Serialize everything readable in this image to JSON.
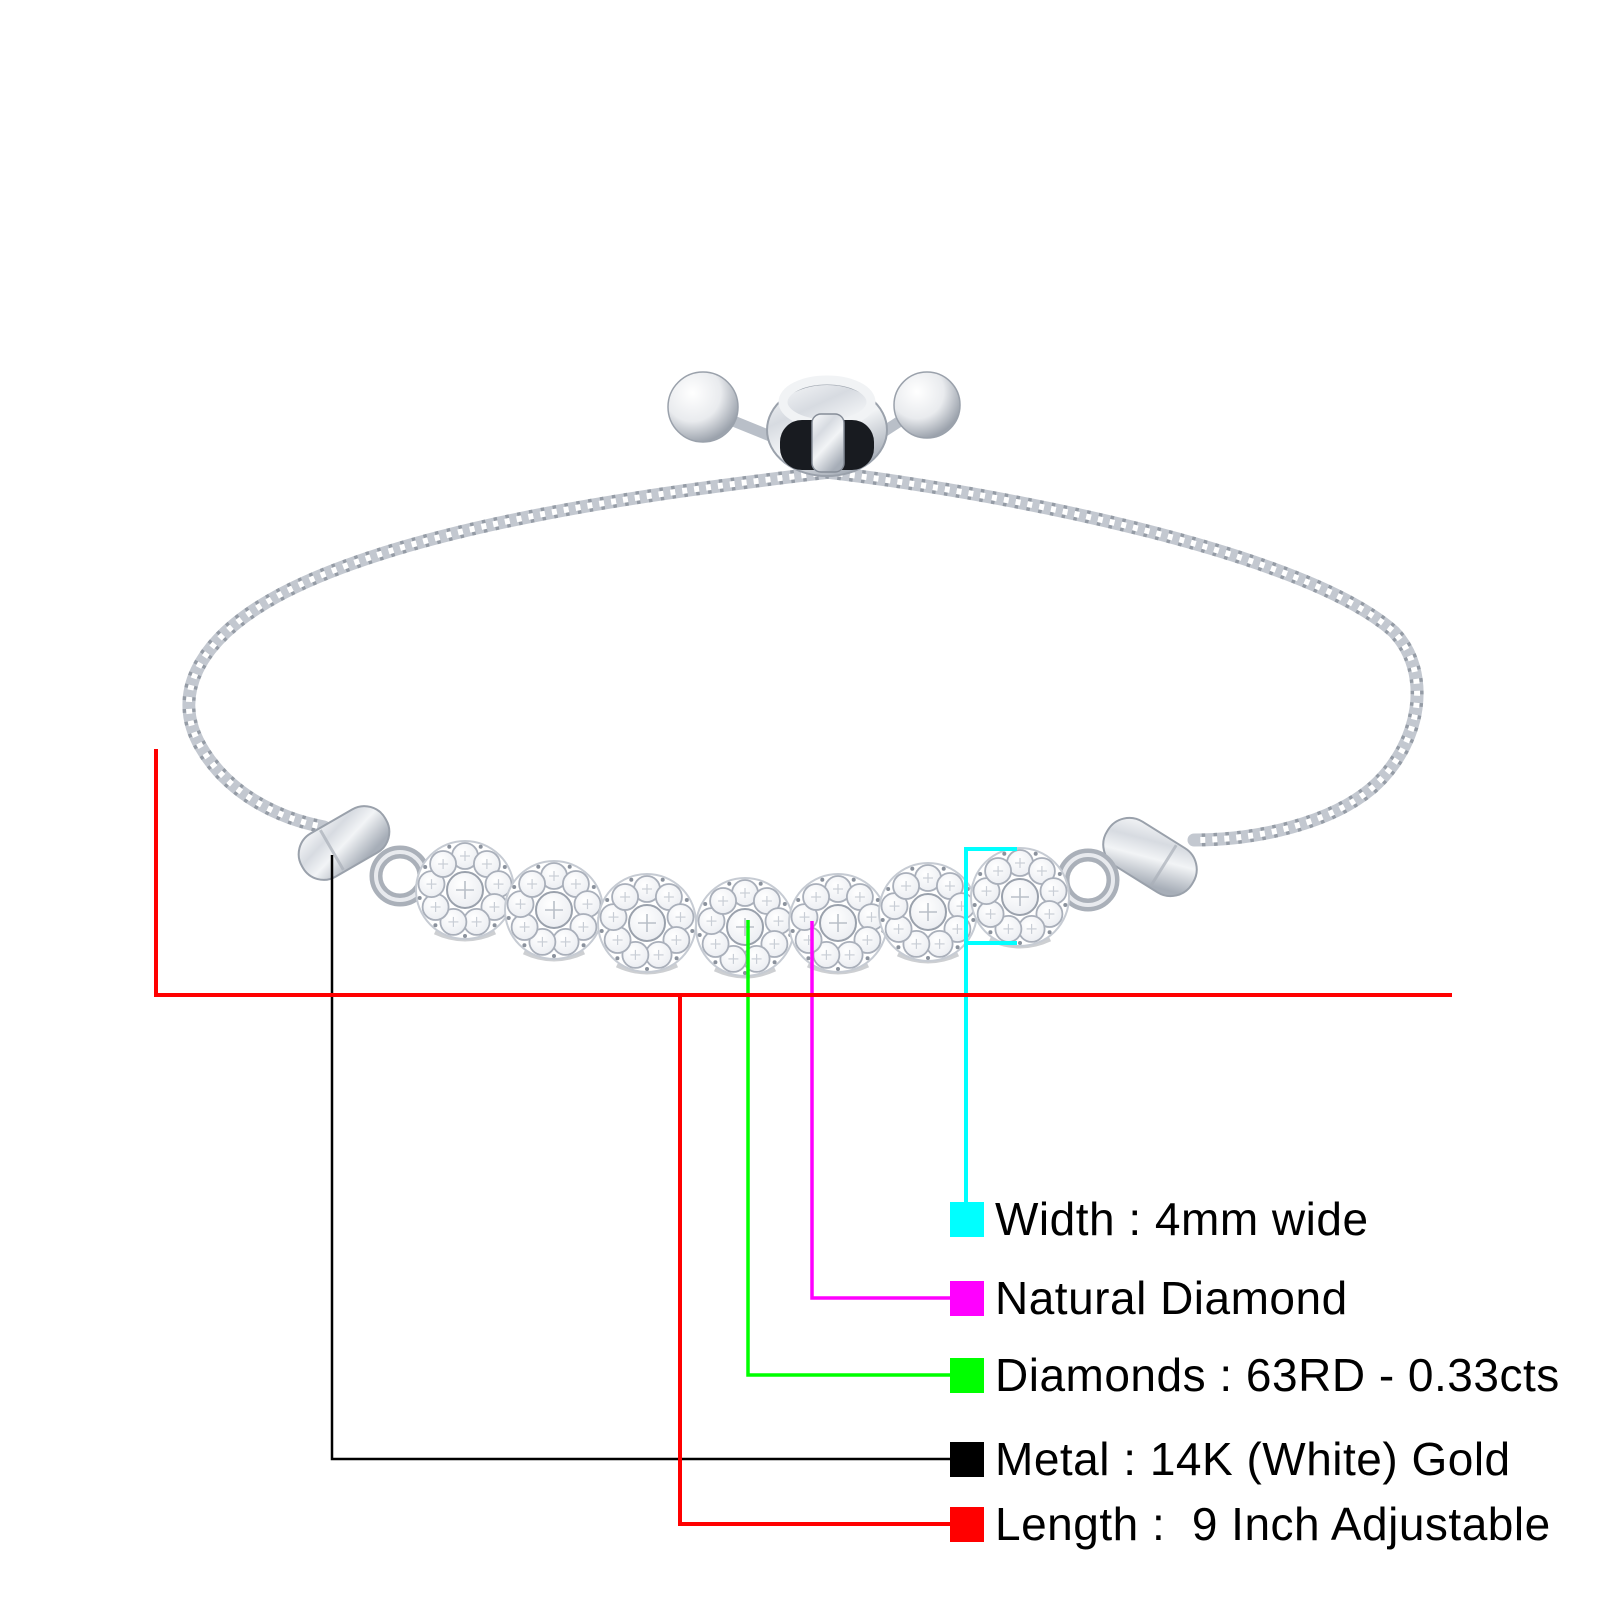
{
  "canvas": {
    "background": "#ffffff"
  },
  "bracelet": {
    "metal_tone_light": "#f4f6f8",
    "metal_tone_mid": "#c3c8d0",
    "metal_tone_dark": "#8d949f"
  },
  "annotations": {
    "items": [
      {
        "id": "width",
        "label": "Width : 4mm wide",
        "color": "#00ffff"
      },
      {
        "id": "natural-diamond",
        "label": "Natural Diamond",
        "color": "#ff00ff"
      },
      {
        "id": "diamonds",
        "label": "Diamonds : 63RD - 0.33cts",
        "color": "#00ff00"
      },
      {
        "id": "metal",
        "label": "Metal : 14K (White) Gold",
        "color": "#000000"
      },
      {
        "id": "length",
        "label": "Length :  9 Inch Adjustable",
        "color": "#ff0000"
      }
    ]
  }
}
